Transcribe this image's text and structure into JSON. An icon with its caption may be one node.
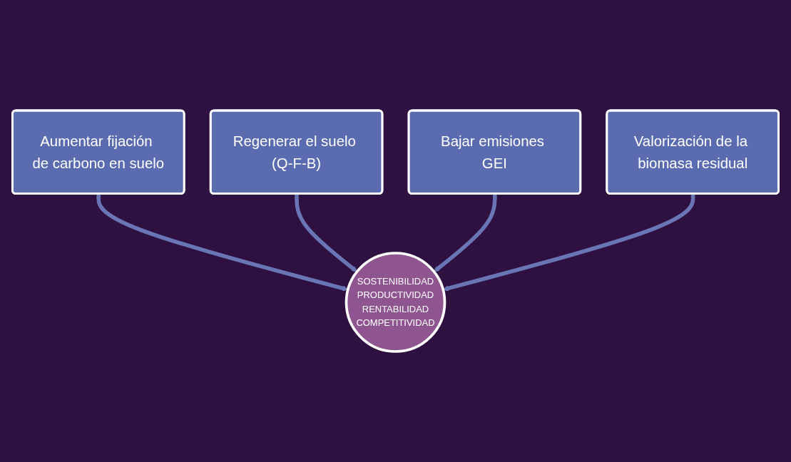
{
  "diagram": {
    "nodes": [
      {
        "text": [
          "Aumentar fijación de carbono en suelo"
        ]
      },
      {
        "text": [
          "Regenerar el suelo (Q-F-B)"
        ]
      },
      {
        "text": [
          "Bajar emisiones GEI"
        ]
      },
      {
        "text": [
          "Valorización de la biomasa residual"
        ]
      },
      {
        "text": [
          "SOSTENIBILIDAD",
          "PRODUCTIVIDAD",
          "RENTABILIDAD",
          "COMPETITIVIDAD"
        ]
      }
    ],
    "edges": [
      {
        "from": 0,
        "to": 4,
        "arrow": "to"
      },
      {
        "from": 1,
        "to": 4,
        "arrow": "to"
      },
      {
        "from": 2,
        "to": 4,
        "arrow": "to"
      },
      {
        "from": 3,
        "to": 4,
        "arrow": "to"
      }
    ]
  }
}
